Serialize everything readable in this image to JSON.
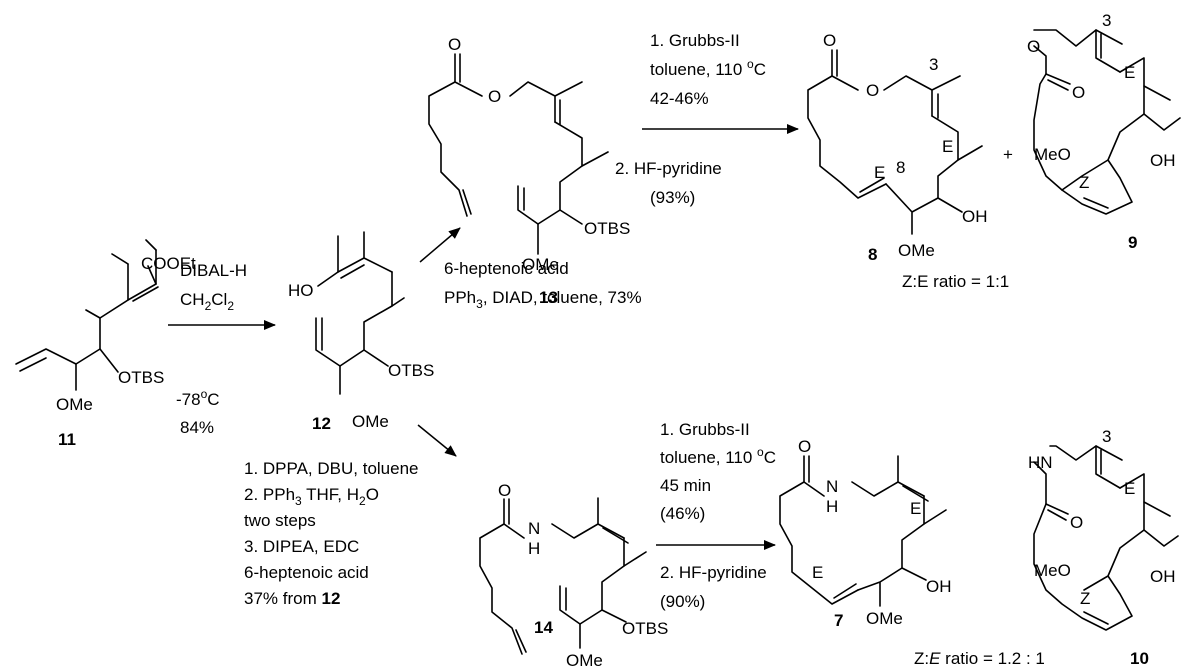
{
  "compounds": {
    "c11": {
      "label": "11",
      "ester": "COOEt",
      "otbs": "OTBS",
      "ome": "OMe"
    },
    "c12": {
      "label": "12",
      "ho": "HO",
      "otbs": "OTBS",
      "ome": "OMe"
    },
    "c13": {
      "label": "13",
      "o": "O",
      "ester_o": "O",
      "otbs": "OTBS",
      "ome": "OMe"
    },
    "c14": {
      "label": "14",
      "o": "O",
      "nh_n": "N",
      "nh_h": "H",
      "otbs": "OTBS",
      "ome": "OMe"
    },
    "c8": {
      "label": "8",
      "o": "O",
      "ring_o": "O",
      "c3": "3",
      "c8": "8",
      "e1": "E",
      "e2": "E",
      "oh": "OH",
      "ome": "OMe"
    },
    "c9": {
      "label": "9",
      "o": "O",
      "ring_o": "O",
      "c3": "3",
      "e1": "E",
      "z": "Z",
      "meo": "MeO",
      "oh": "OH"
    },
    "c7": {
      "label": "7",
      "o": "O",
      "n": "N",
      "h": "H",
      "e1": "E",
      "e2": "E",
      "oh": "OH",
      "ome": "OMe"
    },
    "c10": {
      "label": "10",
      "hn": "HN",
      "o": "O",
      "c3": "3",
      "e1": "E",
      "z": "Z",
      "meo": "MeO",
      "oh": "OH"
    }
  },
  "step1": {
    "reagent": "DIBAL-H",
    "solvent_ch": "CH",
    "sub2": "2",
    "solvent_cl": "Cl",
    "temp_a": "-78",
    "temp_deg": "o",
    "temp_b": "C",
    "yield": "84%"
  },
  "step_13": {
    "line1": "6-heptenoic acid",
    "line2_a": "PPh",
    "sub3": "3",
    "line2_b": ", DIAD, toluene, 73%"
  },
  "step_14": {
    "line1": "1. DPPA, DBU, toluene",
    "line2_a": "2. PPh",
    "sub3": "3",
    "line2_b": " THF,  H",
    "sub2": "2",
    "line2_c": "O",
    "line3": "two steps",
    "line4": "3. DIPEA, EDC",
    "line5": "6-heptenoic acid",
    "line6_a": "37% from ",
    "line6_b": "12"
  },
  "step_rcm_top": {
    "l1": "1. Grubbs-II",
    "l2_a": "toluene, 110 ",
    "deg": "o",
    "l2_b": "C",
    "l3": "42-46%",
    "l4": "2. HF-pyridine",
    "l5": "(93%)"
  },
  "step_rcm_bottom": {
    "l1": "1. Grubbs-II",
    "l2_a": "toluene, 110 ",
    "deg": "o",
    "l2_b": "C",
    "l3": "45 min",
    "l4": "(46%)",
    "l5": "2. HF-pyridine",
    "l6": "(90%)"
  },
  "plus": "+",
  "ratio_top": "Z:E ratio = 1:1",
  "ratio_bottom_a": "Z:",
  "ratio_bottom_e": "E",
  "ratio_bottom_b": " ratio = 1.2 : 1"
}
